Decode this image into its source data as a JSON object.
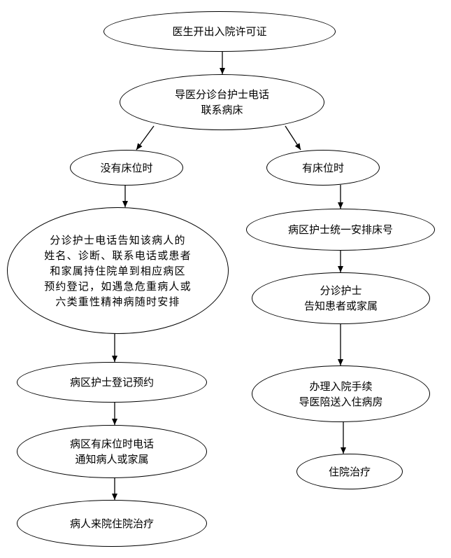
{
  "nodes": {
    "start": [
      "医生开出入院许可证"
    ],
    "guide": [
      "导医分诊台护士电话",
      "联系病床"
    ],
    "nobed": [
      "没有床位时"
    ],
    "hasbed": [
      "有床位时"
    ],
    "notify_reg": [
      "分诊护士电话告知该病人的",
      "姓名、诊断、联系电话或患者",
      "和家属持住院单到相应病区",
      "预约登记，如遇急危重病人或",
      "六类重性精神病随时安排"
    ],
    "ward_reg": [
      "病区护士登记预约"
    ],
    "ward_call": [
      "病区有床位时电话",
      "通知病人或家属"
    ],
    "come": [
      "病人来院住院治疗"
    ],
    "assign": [
      "病区护士统一安排床号"
    ],
    "triage": [
      "分诊护士",
      "告知患者或家属"
    ],
    "admit": [
      "办理入院手续",
      "导医陪送入住病房"
    ],
    "treat": [
      "住院治疗"
    ]
  }
}
